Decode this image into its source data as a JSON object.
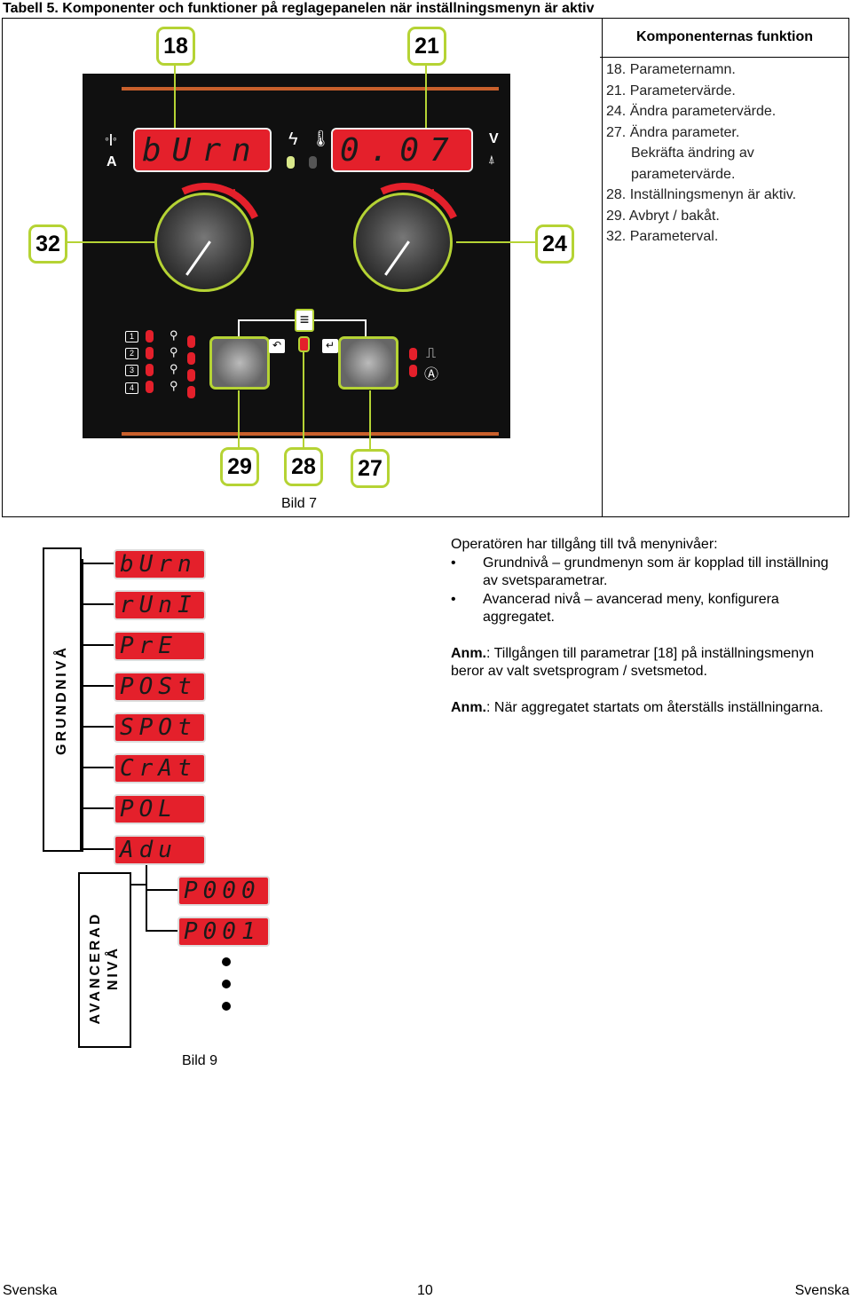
{
  "title": "Tabell 5. Komponenter och funktioner på reglagepanelen när inställningsmenyn är aktiv",
  "functions": {
    "header": "Komponenternas funktion",
    "items": [
      "18. Parameternamn.",
      "21. Parametervärde.",
      "24. Ändra parametervärde.",
      "27. Ändra parameter.",
      "Bekräfta ändring av",
      "parametervärde.",
      "28. Inställningsmenyn är aktiv.",
      "29. Avbryt / bakåt.",
      "32. Parameterval."
    ]
  },
  "panel": {
    "left_display": "bUrn",
    "right_display": "0.07",
    "unit_left_top": "◦|◦",
    "unit_left_bottom": "A",
    "unit_right_top": "V",
    "nums": [
      "1",
      "2",
      "3",
      "4"
    ]
  },
  "callouts": {
    "c18": "18",
    "c21": "21",
    "c32": "32",
    "c24": "24",
    "c29": "29",
    "c28": "28",
    "c27": "27"
  },
  "figure7_caption": "Bild 7",
  "menu": {
    "basic_label": "GRUNDNIVÅ",
    "advanced_label_1": "AVANCERAD",
    "advanced_label_2": "NIVÅ",
    "basic_items": [
      "bUrn",
      "rUnI",
      "PrE",
      "POSt",
      "SPOt",
      "CrAt",
      "POL",
      "Adu"
    ],
    "advanced_items": [
      "P000",
      "P001"
    ]
  },
  "figure9_caption": "Bild 9",
  "text": {
    "intro": "Operatören har tillgång till två menynivåer:",
    "bullet1": "Grundnivå – grundmenyn som är kopplad till inställning av svetsparametrar.",
    "bullet2": "Avancerad nivå – avancerad meny, konfigurera aggregatet.",
    "note1_label": "Anm.",
    "note1": ": Tillgången till parametrar [18] på inställningsmenyn beror av valt svetsprogram / svetsmetod.",
    "note2_label": "Anm.",
    "note2": ": När aggregatet startats om återställs inställningarna."
  },
  "footer": {
    "left": "Svenska",
    "page": "10",
    "right": "Svenska"
  },
  "colors": {
    "accent_green": "#b5d334",
    "display_red": "#e4202b",
    "panel_black": "#101010",
    "bar_orange": "#c9602c"
  }
}
